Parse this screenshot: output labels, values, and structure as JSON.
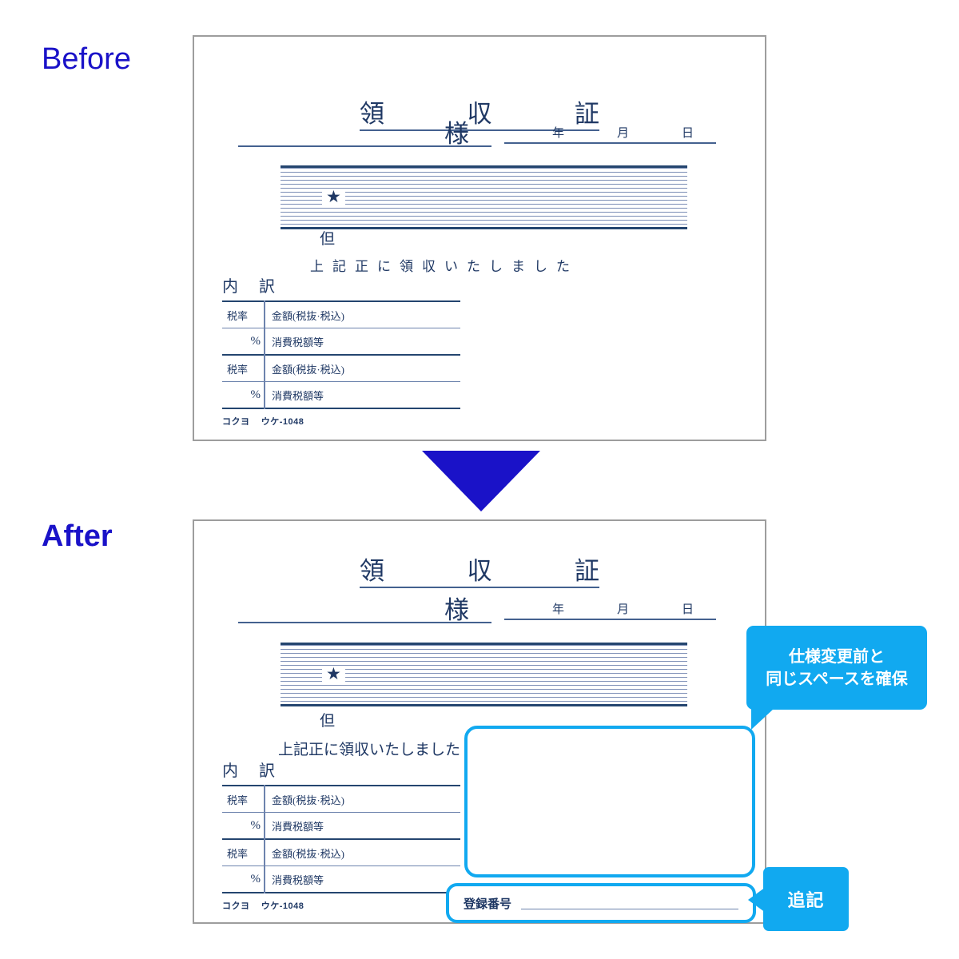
{
  "labels": {
    "before": "Before",
    "after": "After"
  },
  "colors": {
    "label_blue": "#1a12c8",
    "arrow_blue": "#1a12c8",
    "accent_cyan": "#11a9f0",
    "receipt_navy": "#1f3864",
    "rule_blue": "#44618f",
    "panel_border": "#9d9d9d"
  },
  "arrow": {
    "direction": "down",
    "name": "before-to-after-arrow"
  },
  "receipt": {
    "title_chars": [
      "領",
      "収",
      "証"
    ],
    "recipient_suffix": "様",
    "date_units": [
      "年",
      "月",
      "日"
    ],
    "star_glyph": "★",
    "tadashi": "但",
    "statement": "上記正に領収いたしました",
    "statement_chars": [
      "上",
      "記",
      "正",
      "に",
      "領",
      "収",
      "い",
      "た",
      "し",
      "ま",
      "し",
      "た"
    ],
    "breakdown_heading_chars": [
      "内",
      "訳"
    ],
    "table": {
      "rows": [
        {
          "label": "税率",
          "value": "金額(税抜·税込)"
        },
        {
          "label": "%",
          "value": "消費税額等"
        },
        {
          "label": "税率",
          "value": "金額(税抜·税込)"
        },
        {
          "label": "%",
          "value": "消費税額等"
        }
      ]
    },
    "footer_brand": "コクヨ",
    "footer_code": "ウケ-1048",
    "stripe_line_count": 16
  },
  "annotations": {
    "callout": {
      "line1": "仕様変更前と",
      "line2": "同じスペースを確保"
    },
    "badge": {
      "text": "追記"
    },
    "registration": {
      "label": "登録番号",
      "value": ""
    },
    "reserved_space_box": {
      "label": ""
    }
  }
}
